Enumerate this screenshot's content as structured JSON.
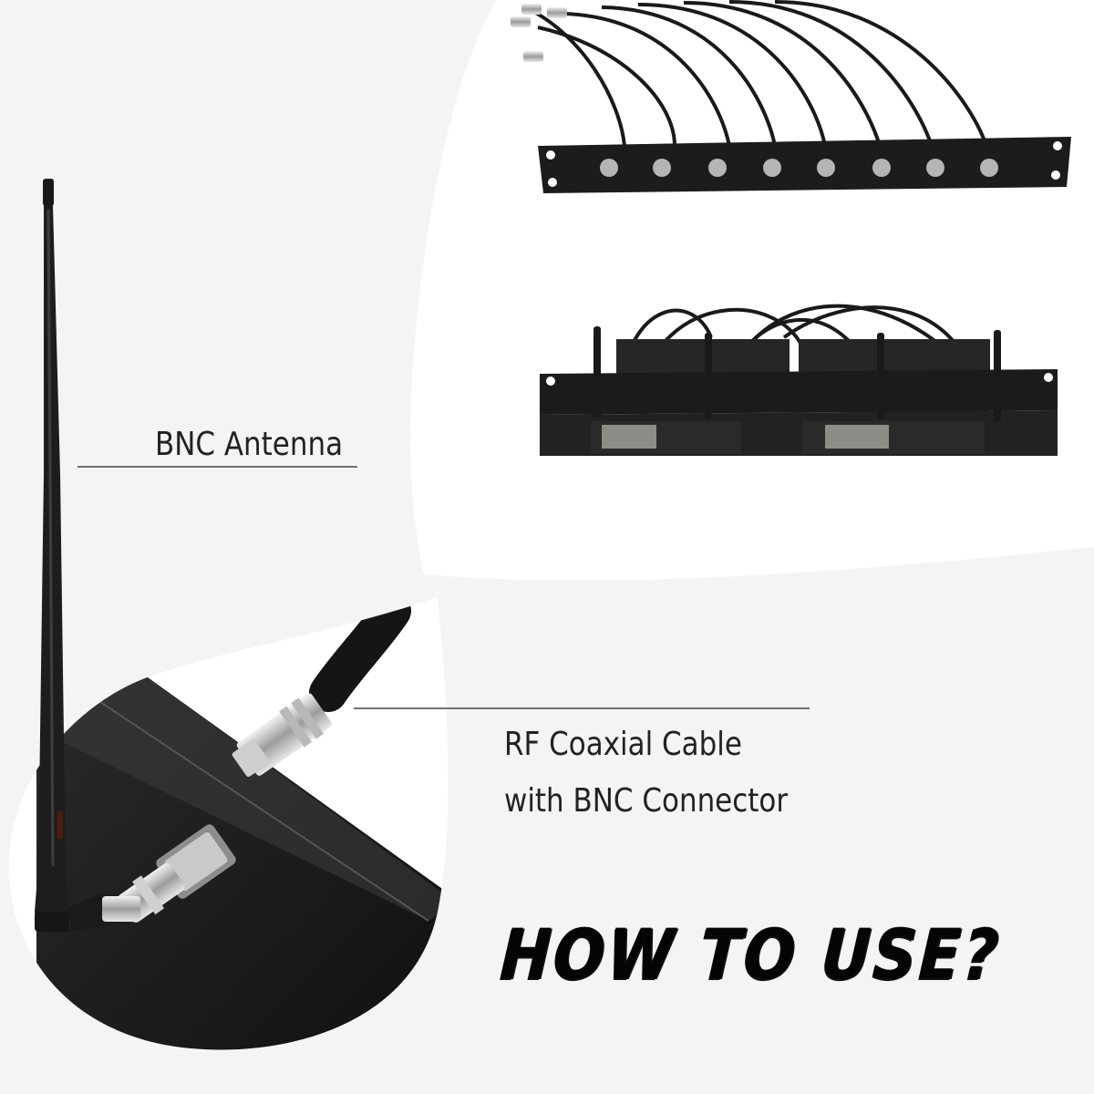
{
  "labels": {
    "antenna": "BNC Antenna",
    "coax_line1": "RF Coaxial Cable",
    "coax_line2": "with BNC Connector"
  },
  "headline": "HOW TO USE?",
  "icons": {
    "antenna": "bnc-antenna-image",
    "rack": "antenna-distribution-rack-image",
    "receivers": "wireless-receivers-rack-image",
    "closeup": "bnc-connector-closeup-image"
  },
  "colors": {
    "background": "#f4f4f2",
    "panel": "#ffffff",
    "text": "#222222",
    "metal_dark": "#1b1b1b"
  }
}
